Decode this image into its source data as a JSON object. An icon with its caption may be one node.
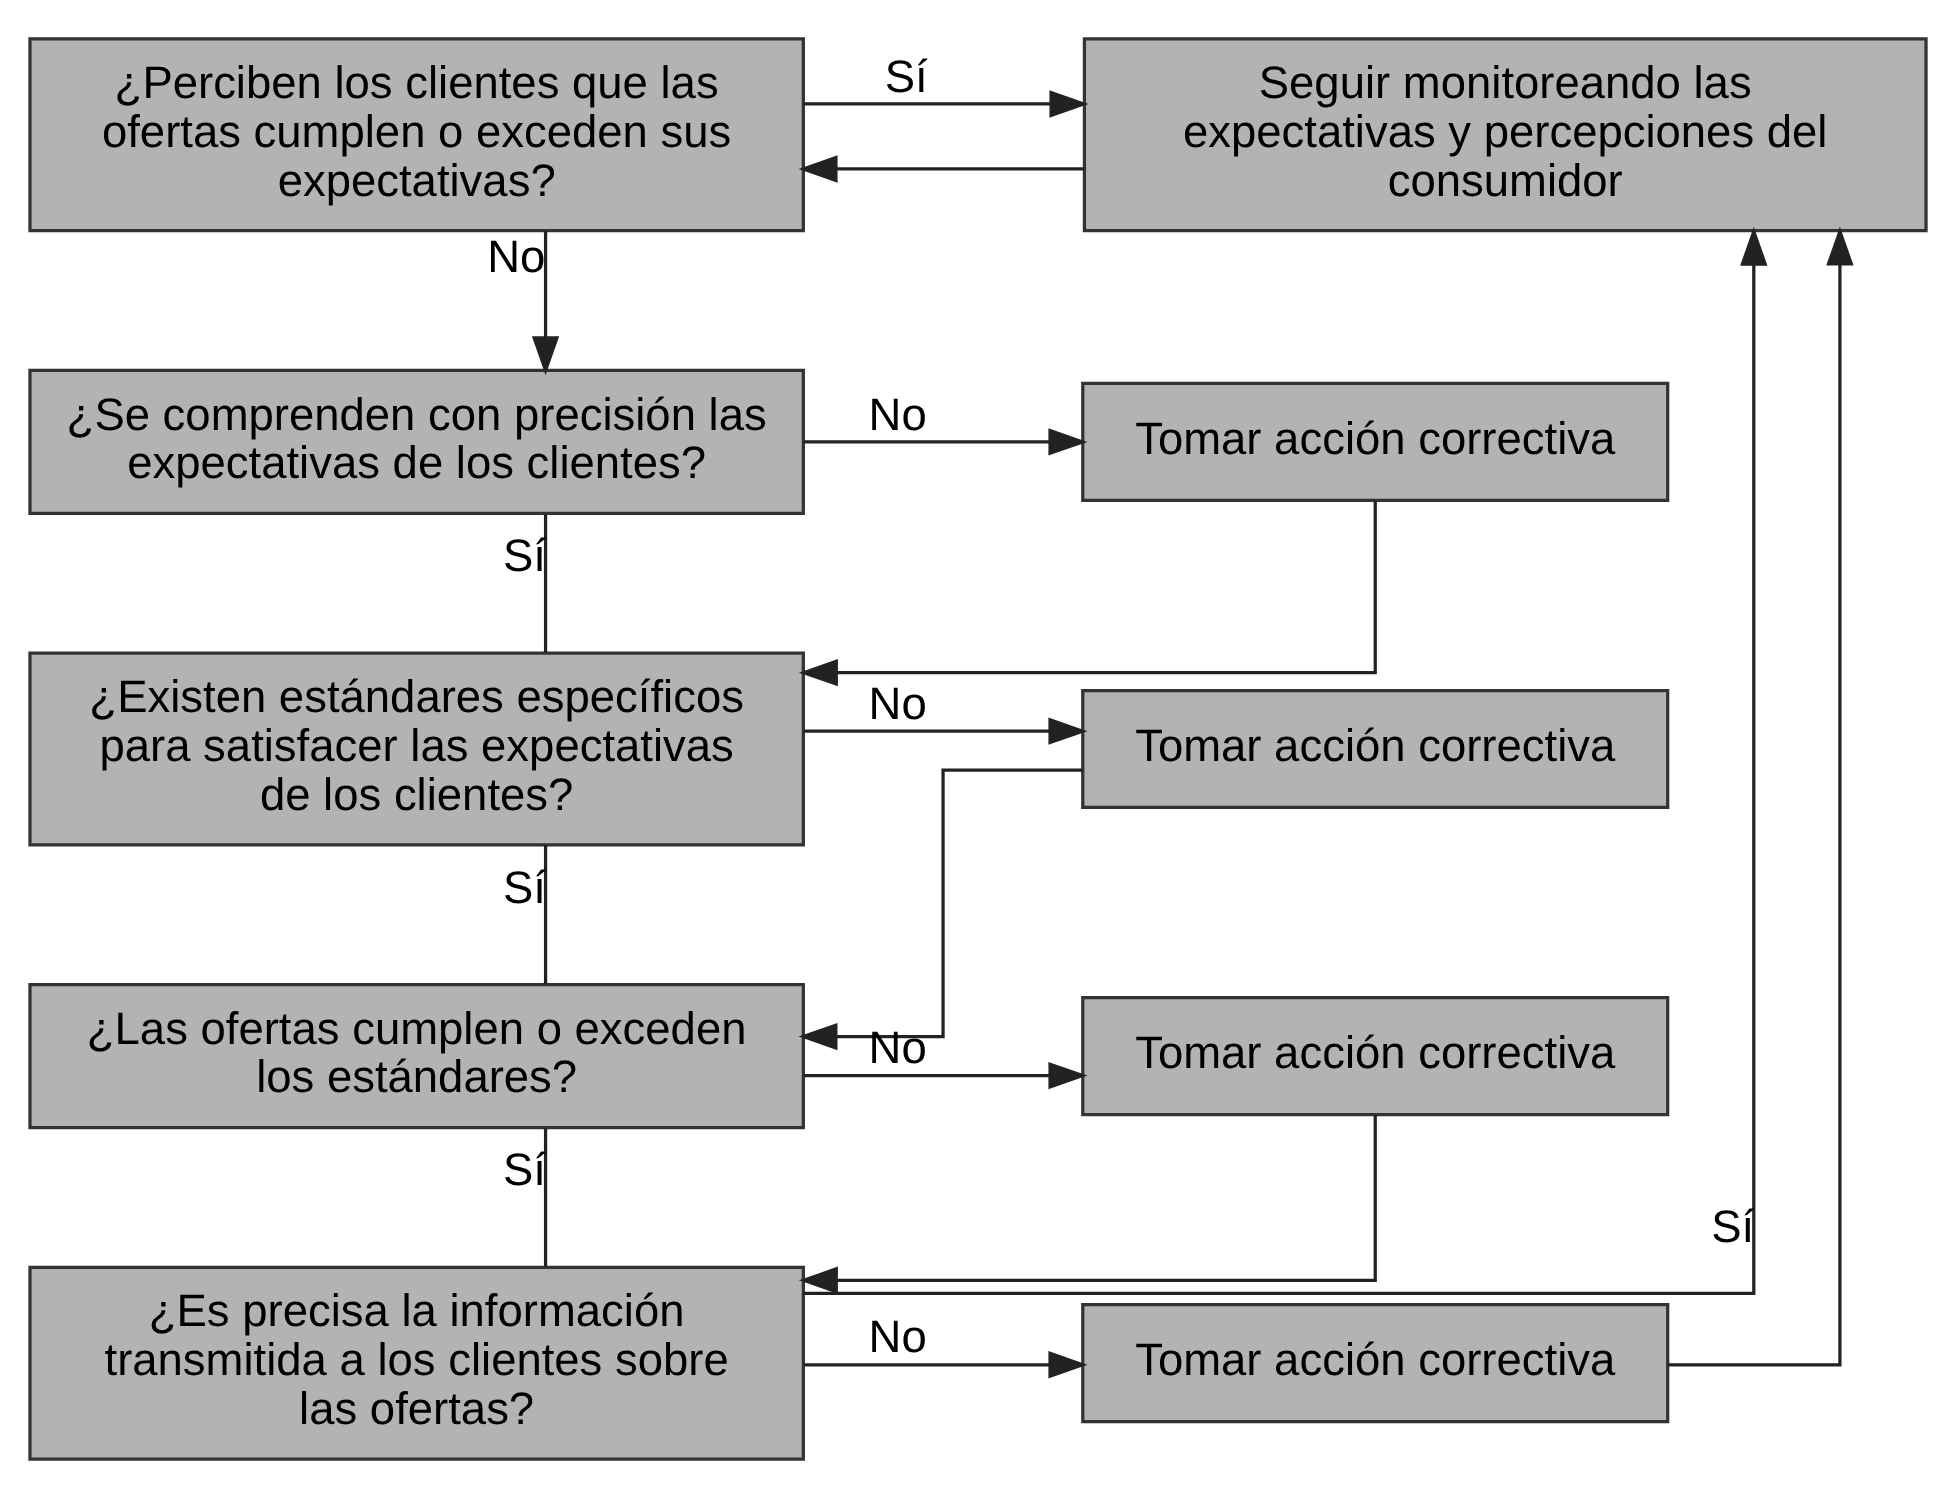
{
  "diagram": {
    "nodes": [
      {
        "text": [
          "¿Perciben los clientes que las ofertas cumplen o exceden sus expectativas?"
        ]
      },
      {
        "text": [
          "Seguir monitoreando las expectativas y percepciones del consumidor"
        ]
      },
      {
        "text": [
          "¿Se comprenden con precisión las expectativas de los clientes?"
        ]
      },
      {
        "text": [
          "Tomar acción correctiva"
        ]
      },
      {
        "text": [
          "¿Existen estándares específicos para satisfacer las expectativas de los clientes?"
        ]
      },
      {
        "text": [
          "Tomar acción correctiva"
        ]
      },
      {
        "text": [
          "¿Las ofertas cumplen o exceden los estándares?"
        ]
      },
      {
        "text": [
          "Tomar acción correctiva"
        ]
      },
      {
        "text": [
          "¿Es precisa la información transmitida a los clientes sobre las ofertas?"
        ]
      },
      {
        "text": [
          "Tomar acción correctiva"
        ]
      }
    ],
    "edges": [
      {
        "from": 1,
        "to": 0,
        "arrow": "to"
      },
      {
        "from": 0,
        "to": 1,
        "arrow": "to",
        "label": "Sí"
      },
      {
        "from": 0,
        "to": 2,
        "arrow": "to",
        "label": "No"
      },
      {
        "from": 2,
        "to": 3,
        "arrow": "to",
        "label": "No"
      },
      {
        "from": 2,
        "to": 4,
        "arrow": "none",
        "label": "Sí"
      },
      {
        "from": 3,
        "to": 4,
        "arrow": "to"
      },
      {
        "from": 4,
        "to": 5,
        "arrow": "to",
        "label": "No"
      },
      {
        "from": 4,
        "to": 6,
        "arrow": "none",
        "label": "Sí"
      },
      {
        "from": 5,
        "to": 6,
        "arrow": "to"
      },
      {
        "from": 6,
        "to": 7,
        "arrow": "to",
        "label": "No"
      },
      {
        "from": 6,
        "to": 8,
        "arrow": "none",
        "label": "Sí"
      },
      {
        "from": 7,
        "to": 8,
        "arrow": "to"
      },
      {
        "from": 8,
        "to": 9,
        "arrow": "to",
        "label": "No"
      },
      {
        "from": 8,
        "to": 1,
        "arrow": "to",
        "label": "Sí"
      },
      {
        "from": 9,
        "to": 1,
        "arrow": "to"
      }
    ]
  }
}
